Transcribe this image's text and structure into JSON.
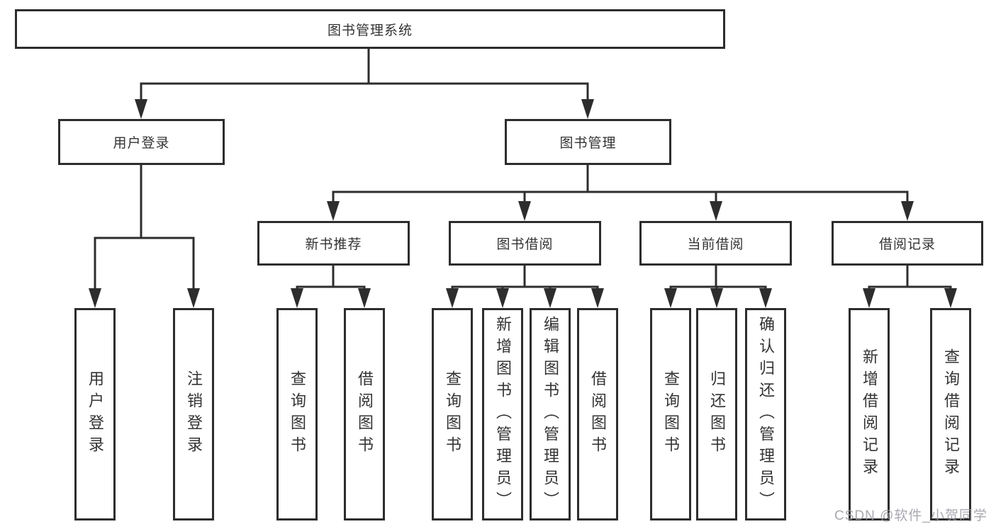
{
  "tree": {
    "label": "图书管理系统",
    "children": [
      {
        "label": "用户登录",
        "children": [
          {
            "label": "用户登录"
          },
          {
            "label": "注销登录"
          }
        ]
      },
      {
        "label": "图书管理",
        "children": [
          {
            "label": "新书推荐",
            "children": [
              {
                "label": "查询图书"
              },
              {
                "label": "借阅图书"
              }
            ]
          },
          {
            "label": "图书借阅",
            "children": [
              {
                "label": "查询图书"
              },
              {
                "label": "新增图书（管理员）"
              },
              {
                "label": "编辑图书（管理员）"
              },
              {
                "label": "借阅图书"
              }
            ]
          },
          {
            "label": "当前借阅",
            "children": [
              {
                "label": "查询图书"
              },
              {
                "label": "归还图书"
              },
              {
                "label": "确认归还（管理员）"
              }
            ]
          },
          {
            "label": "借阅记录",
            "children": [
              {
                "label": "新增借阅记录"
              },
              {
                "label": "查询借阅记录"
              }
            ]
          }
        ]
      }
    ]
  },
  "watermark": {
    "text": "CSDN @软件_小贺同学"
  },
  "colors": {
    "line": "#2d2d2d",
    "text": "#333333",
    "watermark": "#9a9aa2",
    "background": "#ffffff"
  }
}
